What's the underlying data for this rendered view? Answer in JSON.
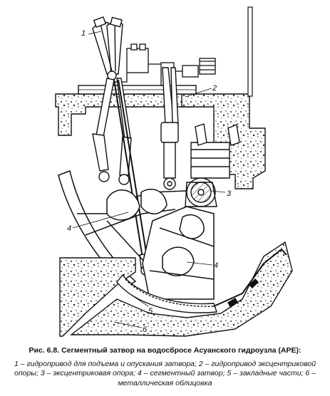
{
  "figure": {
    "callouts": [
      "1",
      "2",
      "3",
      "4",
      "4",
      "5",
      "6"
    ],
    "caption_title": "Рис. 6.8. Сегментный затвор на водосбросе Асуанского гидроузла (АРЕ):",
    "caption_legend": "1 – гидропривод для подъема и опускания затвора; 2 – гидропривод эксцентриковой опоры; 3 – эксцентриковая опора; 4 – сегментный затвор; 5 – закладные части; 6 – металлическая облицовка"
  }
}
